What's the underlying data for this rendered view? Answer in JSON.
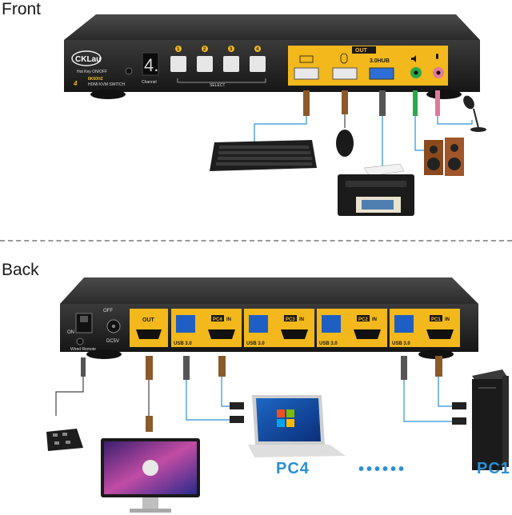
{
  "sections": {
    "front": "Front",
    "back": "Back"
  },
  "front_panel": {
    "brand": "CKLau",
    "hotkey": "Hot Key ON/OFF",
    "resolution": "8K60HZ",
    "model_prefix": "4",
    "model_suffix": "HDMI KVM SWITCH",
    "channel_digit": "4.",
    "channel_label": "Channel",
    "buttons": [
      "1",
      "2",
      "3",
      "4"
    ],
    "select_label": "SELECT",
    "out_label": "OUT",
    "hub_label": "3.0HUB"
  },
  "back_panel": {
    "off_label": "OFF",
    "on_label": "ON",
    "wired_remote": "Wired Remote",
    "dc_label": "DC5V",
    "out_label": "OUT",
    "usb_label": "USB 3.0",
    "in_label": "IN",
    "ports": [
      "PC4",
      "PC3",
      "PC2",
      "PC1"
    ]
  },
  "devices": {
    "pc4": "PC4",
    "pc1": "PC1",
    "ellipsis": "••••••"
  },
  "colors": {
    "accent": "#f2b81c",
    "cable_blue": "#2d8fd8",
    "body": "#2b2b2b"
  }
}
